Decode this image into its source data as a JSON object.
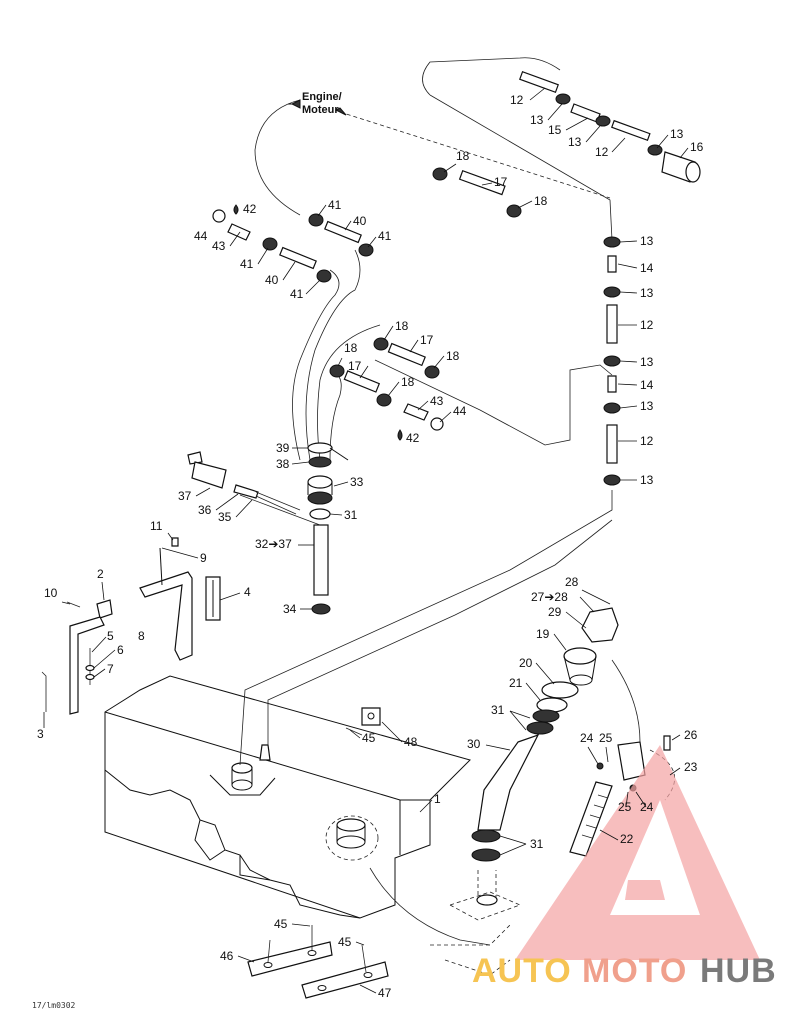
{
  "engine_label": [
    "Engine/",
    "Moteur"
  ],
  "callouts": [
    {
      "id": "c12a",
      "text": "12"
    },
    {
      "id": "c13a",
      "text": "13"
    },
    {
      "id": "c15",
      "text": "15"
    },
    {
      "id": "c13b",
      "text": "13"
    },
    {
      "id": "c12b",
      "text": "12"
    },
    {
      "id": "c13c",
      "text": "13"
    },
    {
      "id": "c16",
      "text": "16"
    },
    {
      "id": "c18a",
      "text": "18"
    },
    {
      "id": "c17a",
      "text": "17"
    },
    {
      "id": "c18b",
      "text": "18"
    },
    {
      "id": "c13d",
      "text": "13"
    },
    {
      "id": "c14a",
      "text": "14"
    },
    {
      "id": "c13e",
      "text": "13"
    },
    {
      "id": "c12c",
      "text": "12"
    },
    {
      "id": "c13f",
      "text": "13"
    },
    {
      "id": "c14b",
      "text": "14"
    },
    {
      "id": "c13g",
      "text": "13"
    },
    {
      "id": "c12d",
      "text": "12"
    },
    {
      "id": "c13h",
      "text": "13"
    },
    {
      "id": "c42a",
      "text": "42"
    },
    {
      "id": "c41a",
      "text": "41"
    },
    {
      "id": "c40a",
      "text": "40"
    },
    {
      "id": "c41b",
      "text": "41"
    },
    {
      "id": "c44a",
      "text": "44"
    },
    {
      "id": "c43a",
      "text": "43"
    },
    {
      "id": "c41c",
      "text": "41"
    },
    {
      "id": "c40b",
      "text": "40"
    },
    {
      "id": "c41d",
      "text": "41"
    },
    {
      "id": "c18c",
      "text": "18"
    },
    {
      "id": "c17b",
      "text": "17"
    },
    {
      "id": "c18d",
      "text": "18"
    },
    {
      "id": "c17c",
      "text": "17"
    },
    {
      "id": "c18e",
      "text": "18"
    },
    {
      "id": "c18f",
      "text": "18"
    },
    {
      "id": "c43b",
      "text": "43"
    },
    {
      "id": "c44b",
      "text": "44"
    },
    {
      "id": "c42b",
      "text": "42"
    },
    {
      "id": "c39",
      "text": "39"
    },
    {
      "id": "c38",
      "text": "38"
    },
    {
      "id": "c33",
      "text": "33"
    },
    {
      "id": "c31a",
      "text": "31"
    },
    {
      "id": "c37a",
      "text": "37"
    },
    {
      "id": "c36",
      "text": "36"
    },
    {
      "id": "c35",
      "text": "35"
    },
    {
      "id": "c3237",
      "text": "32➔37"
    },
    {
      "id": "c34",
      "text": "34"
    },
    {
      "id": "c11",
      "text": "11"
    },
    {
      "id": "c9",
      "text": "9"
    },
    {
      "id": "c2",
      "text": "2"
    },
    {
      "id": "c10",
      "text": "10"
    },
    {
      "id": "c4",
      "text": "4"
    },
    {
      "id": "c5",
      "text": "5"
    },
    {
      "id": "c8",
      "text": "8"
    },
    {
      "id": "c6",
      "text": "6"
    },
    {
      "id": "c7",
      "text": "7"
    },
    {
      "id": "c3",
      "text": "3"
    },
    {
      "id": "c28",
      "text": "28"
    },
    {
      "id": "c2728",
      "text": "27➔28"
    },
    {
      "id": "c29",
      "text": "29"
    },
    {
      "id": "c19",
      "text": "19"
    },
    {
      "id": "c20",
      "text": "20"
    },
    {
      "id": "c21",
      "text": "21"
    },
    {
      "id": "c31b",
      "text": "31"
    },
    {
      "id": "c30",
      "text": "30"
    },
    {
      "id": "c24a",
      "text": "24"
    },
    {
      "id": "c25a",
      "text": "25"
    },
    {
      "id": "c26",
      "text": "26"
    },
    {
      "id": "c23",
      "text": "23"
    },
    {
      "id": "c25b",
      "text": "25"
    },
    {
      "id": "c24b",
      "text": "24"
    },
    {
      "id": "c22",
      "text": "22"
    },
    {
      "id": "c31c",
      "text": "31"
    },
    {
      "id": "c45a",
      "text": "45"
    },
    {
      "id": "c48",
      "text": "48"
    },
    {
      "id": "c1",
      "text": "1"
    },
    {
      "id": "c45b",
      "text": "45"
    },
    {
      "id": "c45c",
      "text": "45"
    },
    {
      "id": "c46",
      "text": "46"
    },
    {
      "id": "c47",
      "text": "47"
    }
  ],
  "drawing_code": "17/lm0302",
  "watermark": {
    "auto": "AUTO",
    "moto": "MOTO",
    "hub": "HUB",
    "colors": {
      "auto": "#f6c453",
      "moto": "#f0a08c",
      "hub": "#7a7a7a",
      "triangle": "#f4a3a3"
    }
  }
}
